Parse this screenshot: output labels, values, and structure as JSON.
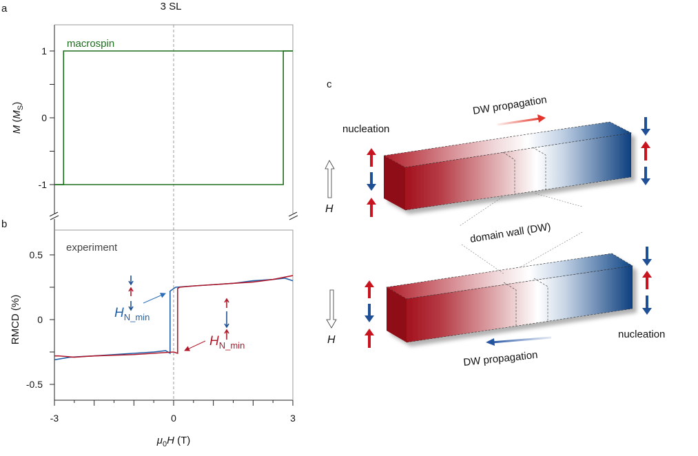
{
  "panel_labels": {
    "a": "a",
    "b": "b",
    "c": "c"
  },
  "colors": {
    "macrospin": "#1a6e1a",
    "up_sweep": "#1f5fa8",
    "down_sweep": "#b0182a",
    "bar_red": "#a3121e",
    "bar_blue": "#0d3f7f"
  },
  "chart_data": [
    {
      "type": "line",
      "title": "3 SL",
      "annotation": "macrospin",
      "ylabel": {
        "main": "M",
        "open": " (",
        "sym": "M",
        "sub": "S",
        "close": ")"
      },
      "xlim": [
        -3,
        3
      ],
      "ylim": [
        -1.4,
        1.4
      ],
      "yticks": [
        "1",
        "0",
        "-1"
      ],
      "ytick_values": [
        1,
        0,
        -1
      ],
      "series": [
        {
          "name": "macrospin",
          "points": [
            [
              -3,
              -1
            ],
            [
              2.76,
              -1
            ],
            [
              2.76,
              1
            ],
            [
              3,
              1
            ]
          ]
        },
        {
          "name": "macrospin-return",
          "points": [
            [
              3,
              1
            ],
            [
              -2.77,
              1
            ],
            [
              -2.77,
              -1
            ],
            [
              -3,
              -1
            ]
          ]
        }
      ]
    },
    {
      "type": "line",
      "annotation": "experiment",
      "ylabel": "RMCD (%)",
      "xlabel": {
        "mu": "μ",
        "sub": "0",
        "h": "H",
        "unit": " (T)"
      },
      "xlim": [
        -3,
        3
      ],
      "ylim": [
        -0.62,
        0.68
      ],
      "xticks": [
        "-3",
        "0",
        "3"
      ],
      "xtick_values": [
        -3,
        0,
        3
      ],
      "yticks": [
        "0.5",
        "0",
        "-0.5"
      ],
      "ytick_values": [
        0.5,
        0,
        -0.5
      ],
      "series": [
        {
          "name": "sweep-up",
          "color": "#1f5fa8",
          "points": [
            [
              -3,
              -0.31
            ],
            [
              -2.6,
              -0.29
            ],
            [
              -2,
              -0.28
            ],
            [
              -1.5,
              -0.27
            ],
            [
              -1,
              -0.26
            ],
            [
              -0.5,
              -0.25
            ],
            [
              -0.2,
              -0.24
            ],
            [
              -0.09,
              -0.26
            ],
            [
              -0.09,
              0.22
            ],
            [
              0.05,
              0.25
            ],
            [
              0.5,
              0.26
            ],
            [
              1,
              0.27
            ],
            [
              1.5,
              0.28
            ],
            [
              2,
              0.3
            ],
            [
              2.5,
              0.31
            ],
            [
              2.8,
              0.32
            ],
            [
              3,
              0.3
            ]
          ]
        },
        {
          "name": "sweep-down",
          "color": "#b0182a",
          "points": [
            [
              3,
              0.34
            ],
            [
              2.5,
              0.31
            ],
            [
              2,
              0.29
            ],
            [
              1.5,
              0.28
            ],
            [
              1,
              0.27
            ],
            [
              0.5,
              0.26
            ],
            [
              0.15,
              0.25
            ],
            [
              0.1,
              0.24
            ],
            [
              0.1,
              -0.26
            ],
            [
              0,
              -0.25
            ],
            [
              -0.5,
              -0.26
            ],
            [
              -1,
              -0.27
            ],
            [
              -2,
              -0.28
            ],
            [
              -2.5,
              -0.29
            ],
            [
              -2.9,
              -0.28
            ],
            [
              -3,
              -0.28
            ]
          ]
        }
      ],
      "labels": {
        "hn_blue": {
          "h": "H",
          "sub": "N_min"
        },
        "hn_red": {
          "h": "H",
          "sub": "N_min"
        }
      }
    }
  ],
  "diagram": {
    "top": {
      "propagation": "DW propagation",
      "nucleation": "nucleation",
      "field": "H"
    },
    "domain_wall": "domain wall (DW)",
    "bottom": {
      "propagation": "DW propagation",
      "nucleation": "nucleation",
      "field": "H"
    }
  }
}
